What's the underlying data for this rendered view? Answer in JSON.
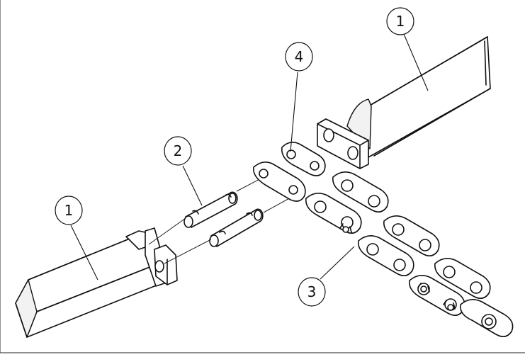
{
  "callouts": {
    "tooth_top": "1",
    "tooth_bottom": "1",
    "pin": "2",
    "chain": "3",
    "connecting_link": "4"
  }
}
